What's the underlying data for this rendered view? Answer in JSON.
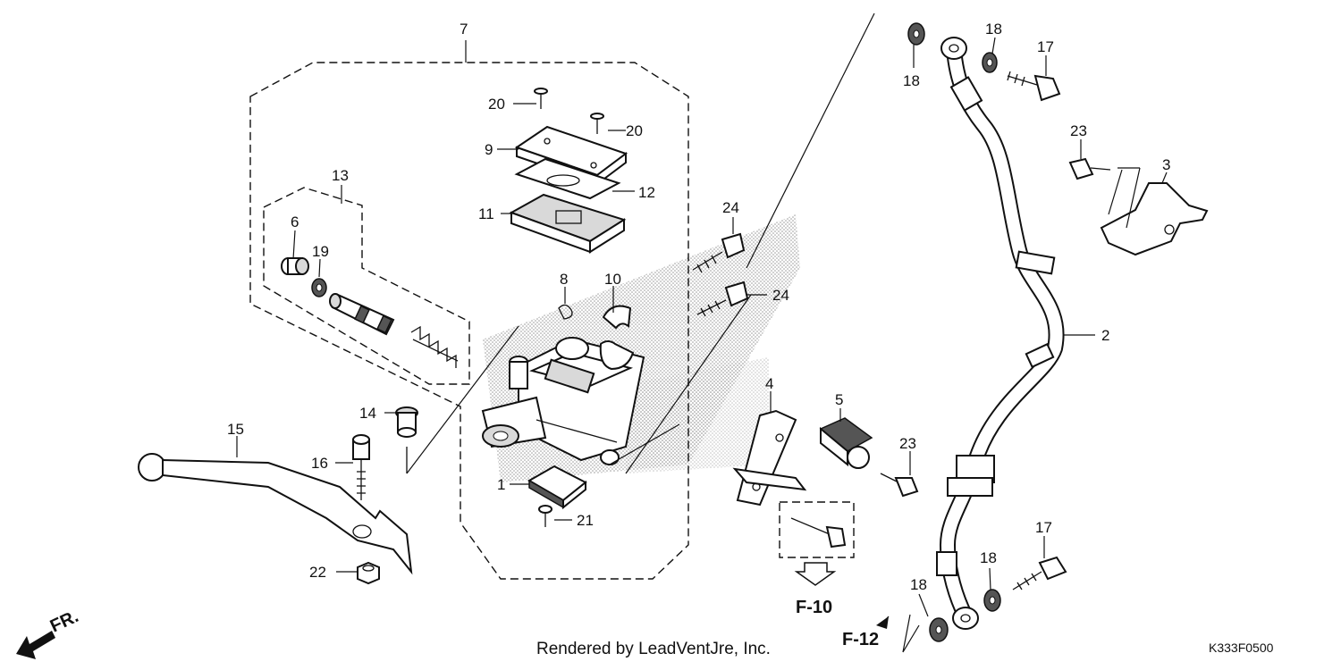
{
  "title": "",
  "callouts": {
    "c1": "1",
    "c2": "2",
    "c3": "3",
    "c4": "4",
    "c5": "5",
    "c6": "6",
    "c7": "7",
    "c8": "8",
    "c9": "9",
    "c10": "10",
    "c11": "11",
    "c12": "12",
    "c13": "13",
    "c14": "14",
    "c15": "15",
    "c16": "16",
    "c17a": "17",
    "c17b": "17",
    "c18a": "18",
    "c18b": "18",
    "c18c": "18",
    "c18d": "18",
    "c19": "19",
    "c20a": "20",
    "c20b": "20",
    "c21": "21",
    "c22": "22",
    "c23a": "23",
    "c23b": "23",
    "c24a": "24",
    "c24b": "24"
  },
  "references": {
    "f10": "F-10",
    "f12": "F-12"
  },
  "direction_label": "FR.",
  "footer": {
    "credit": "Rendered by LeadVentJre, Inc.",
    "diagram_code": "K333F0500"
  },
  "colors": {
    "line": "#111111",
    "background": "#ffffff",
    "stipple": "#9a9a9a"
  }
}
